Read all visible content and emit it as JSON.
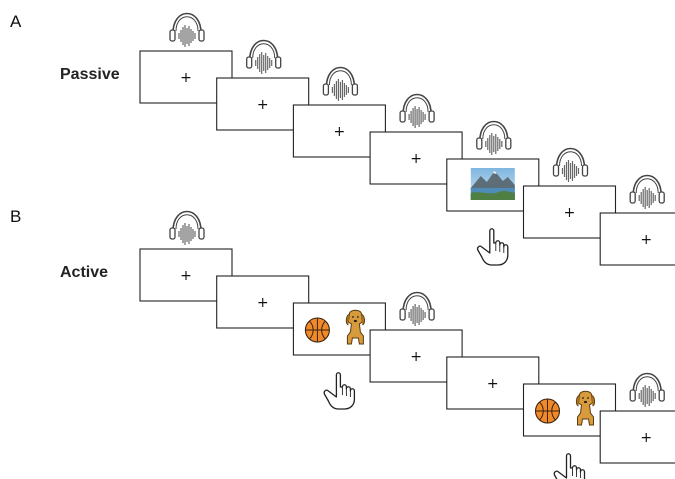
{
  "panels": [
    {
      "letter": "A",
      "condition": "Passive",
      "frames": [
        {
          "content": "+",
          "sound": true
        },
        {
          "content": "+",
          "sound": true
        },
        {
          "content": "+",
          "sound": true
        },
        {
          "content": "+",
          "sound": true
        },
        {
          "content": "landscape-photo",
          "sound": true,
          "response": true
        },
        {
          "content": "+",
          "sound": true
        },
        {
          "content": "+",
          "sound": true
        }
      ]
    },
    {
      "letter": "B",
      "condition": "Active",
      "frames": [
        {
          "content": "+",
          "sound": true
        },
        {
          "content": "+",
          "sound": false
        },
        {
          "content": "basketball-dog-pair",
          "sound": false,
          "response": true
        },
        {
          "content": "+",
          "sound": true
        },
        {
          "content": "+",
          "sound": false
        },
        {
          "content": "basketball-dog-pair",
          "sound": false,
          "response": true
        },
        {
          "content": "+",
          "sound": true
        }
      ]
    }
  ],
  "icons": {
    "sound": "headphones-waveform-icon",
    "response": "pointing-hand-icon",
    "object_a": "basketball-icon",
    "object_b": "dog-icon",
    "photo": "mountain-lake-landscape-photo"
  },
  "colors": {
    "stroke": "#222222",
    "basketball": "#F0892A",
    "dog": "#D79A3C",
    "sky": "#8CC0E6",
    "lake": "#4E8DB8",
    "mountain": "#5D6E78"
  }
}
